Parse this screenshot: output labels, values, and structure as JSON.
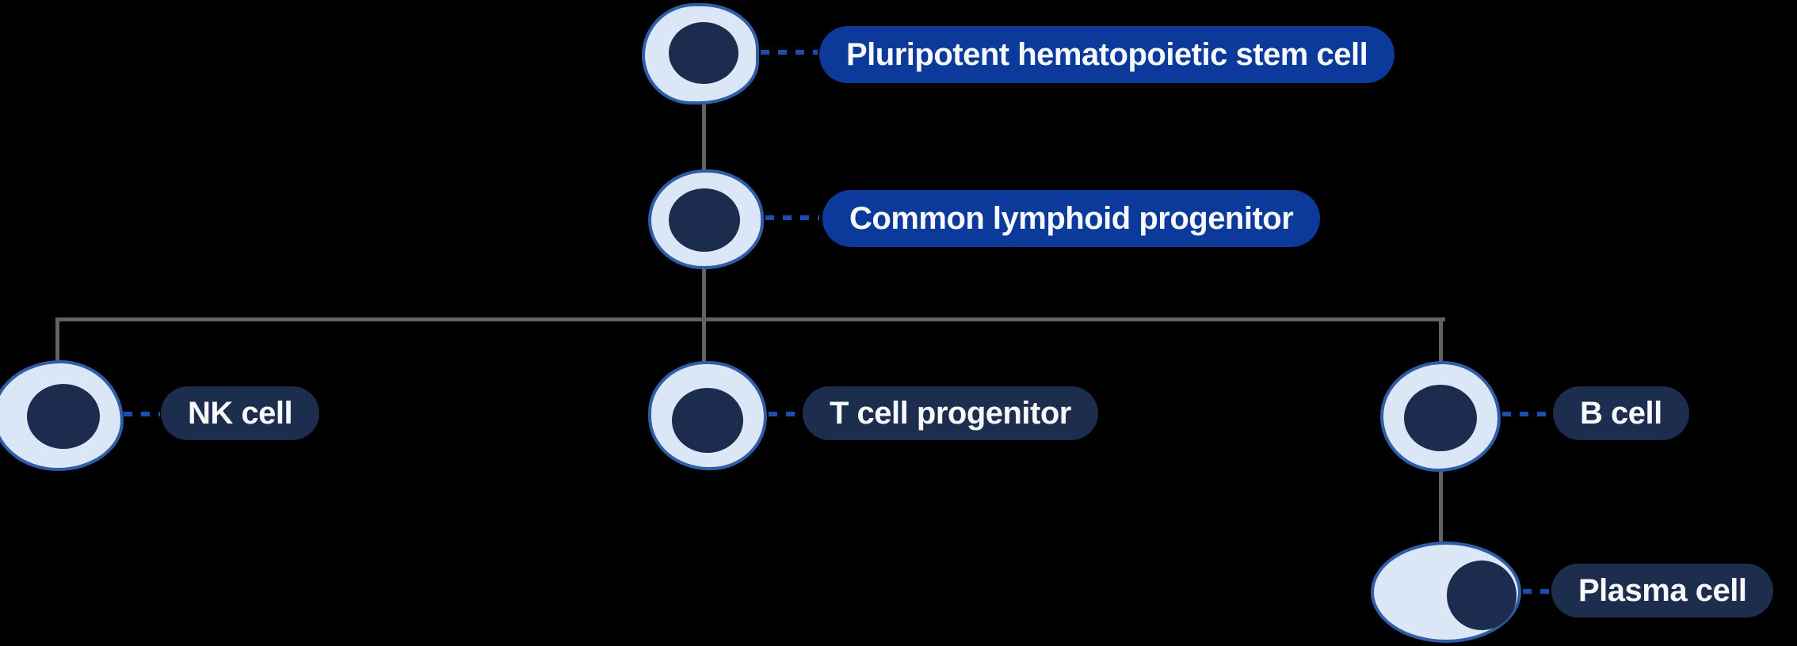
{
  "colors": {
    "background": "#000000",
    "pill_royal": "#0c3a9b",
    "pill_navy": "#1d2d4e",
    "pill_text": "#f7f9fc",
    "cell_fill": "#dbe6f7",
    "cell_stroke": "#2e5ca7",
    "nucleus": "#1b2c4e",
    "connector": "#1e4db0",
    "tree_line": "#5f6367"
  },
  "nodes": [
    {
      "id": "stem-cell",
      "label": "Pluripotent hematopoietic stem cell"
    },
    {
      "id": "common-lymphoid-progenitor",
      "label": "Common lymphoid progenitor"
    },
    {
      "id": "nk-cell",
      "label": "NK cell"
    },
    {
      "id": "t-cell-progenitor",
      "label": "T cell progenitor"
    },
    {
      "id": "b-cell",
      "label": "B cell"
    },
    {
      "id": "plasma-cell",
      "label": "Plasma cell"
    }
  ],
  "edges": [
    {
      "from": "Pluripotent hematopoietic stem cell",
      "to": "Common lymphoid progenitor"
    },
    {
      "from": "Common lymphoid progenitor",
      "to": "NK cell"
    },
    {
      "from": "Common lymphoid progenitor",
      "to": "T cell progenitor"
    },
    {
      "from": "Common lymphoid progenitor",
      "to": "B cell"
    },
    {
      "from": "B cell",
      "to": "Plasma cell"
    }
  ]
}
